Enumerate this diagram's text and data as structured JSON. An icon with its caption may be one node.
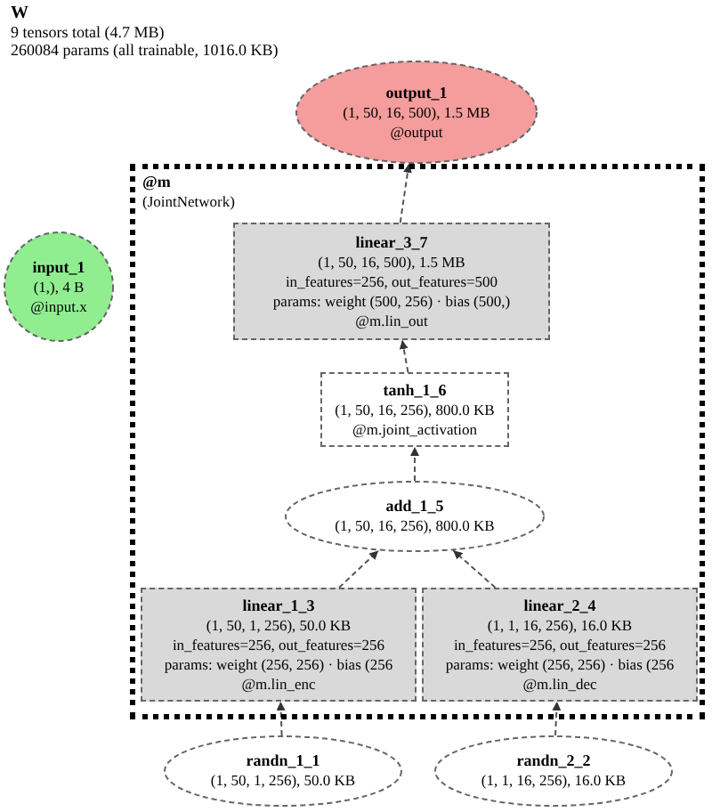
{
  "diagram": {
    "title": "W",
    "nodes": [
      {
        "text": [
          "output_1",
          "(1, 50, 16, 500), 1.5 MB",
          "@output"
        ]
      },
      {
        "text": [
          "input_1",
          "(1,), 4 B",
          "@input.x"
        ]
      },
      {
        "text": [
          "@m",
          "(JointNetwork)"
        ]
      },
      {
        "text": [
          "linear_3_7",
          "(1, 50, 16, 500), 1.5 MB",
          "in_features=256, out_features=500",
          "params: weight (500, 256) · bias (500,)",
          "@m.lin_out"
        ],
        "in": 2
      },
      {
        "text": [
          "tanh_1_6",
          "(1, 50, 16, 256), 800.0 KB",
          "@m.joint_activation"
        ],
        "in": 2
      },
      {
        "text": [
          "add_1_5",
          "(1, 50, 16, 256), 800.0 KB"
        ],
        "in": 2
      },
      {
        "text": [
          "linear_1_3",
          "(1, 50, 1, 256), 50.0 KB",
          "in_features=256, out_features=256",
          "params: weight (256, 256) · bias (256",
          "@m.lin_enc"
        ],
        "in": 2
      },
      {
        "text": [
          "linear_2_4",
          "(1, 1, 16, 256), 16.0 KB",
          "in_features=256, out_features=256",
          "params: weight (256, 256) · bias (256",
          "@m.lin_dec"
        ],
        "in": 2
      },
      {
        "text": [
          "randn_1_1",
          "(1, 50, 1, 256), 50.0 KB"
        ]
      },
      {
        "text": [
          "randn_2_2",
          "(1, 1, 16, 256), 16.0 KB"
        ]
      }
    ],
    "edges": [
      {
        "from": 8,
        "to": 6,
        "arrow": "to",
        "style": "dashed"
      },
      {
        "from": 9,
        "to": 7,
        "arrow": "to",
        "style": "dashed"
      },
      {
        "from": 6,
        "to": 5,
        "arrow": "to",
        "style": "dashed"
      },
      {
        "from": 7,
        "to": 5,
        "arrow": "to",
        "style": "dashed"
      },
      {
        "from": 5,
        "to": 4,
        "arrow": "to",
        "style": "dashed"
      },
      {
        "from": 4,
        "to": 3,
        "arrow": "to",
        "style": "dashed"
      },
      {
        "from": 3,
        "to": 0,
        "arrow": "to",
        "style": "dashed"
      }
    ],
    "labels": [
      "9 tensors total (4.7 MB)",
      "260084 params (all trainable, 1016.0 KB)"
    ]
  }
}
